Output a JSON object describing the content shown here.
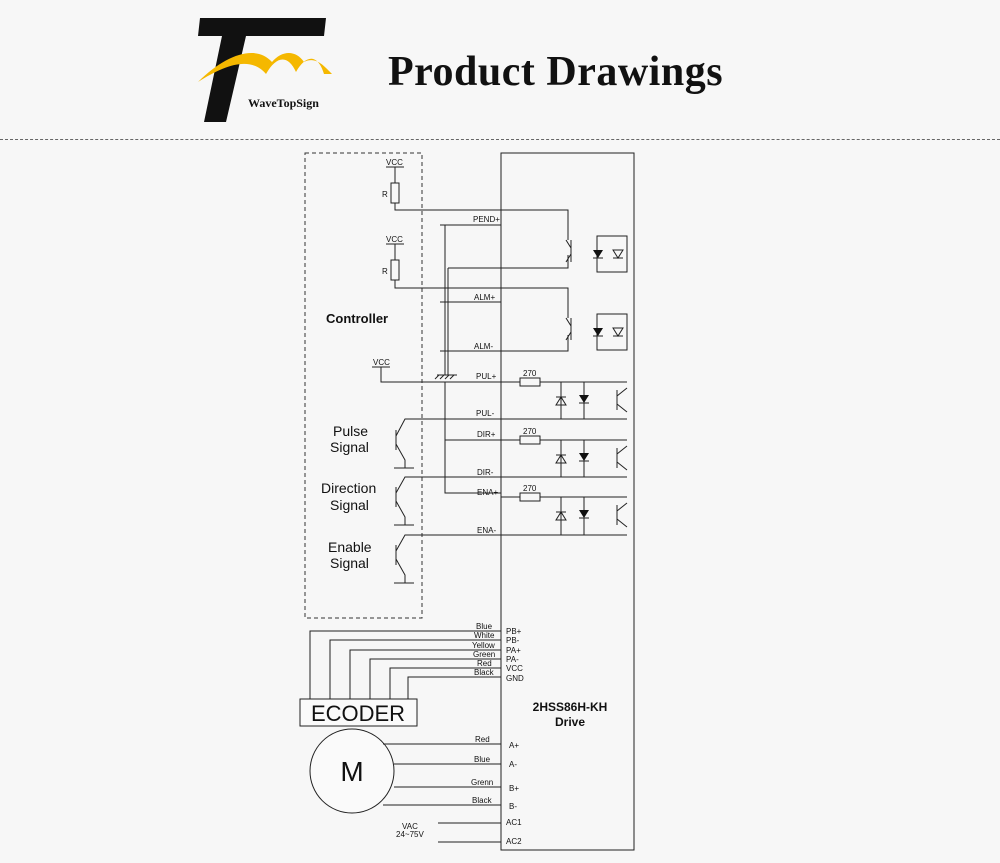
{
  "brand": {
    "name": "WaveTopSign",
    "logo": "wavetopsign-logo",
    "accent": "#f5b800"
  },
  "title": "Product Drawings",
  "controller": {
    "label": "Controller",
    "vcc1": "VCC",
    "r1": "R",
    "vcc2": "VCC",
    "r2": "R",
    "vcc3": "VCC",
    "pulse": [
      "Pulse",
      "Signal"
    ],
    "direction": [
      "Direction",
      "Signal"
    ],
    "enable": [
      "Enable",
      "Signal"
    ]
  },
  "drive": {
    "name": "2HSS86H-KH",
    "suffix": "Drive",
    "signals": {
      "pend_plus": "PEND+",
      "alm_plus": "ALM+",
      "alm_minus": "ALM-",
      "pul_plus": "PUL+",
      "pul_minus": "PUL-",
      "dir_plus": "DIR+",
      "dir_minus": "DIR-",
      "ena_plus": "ENA+",
      "ena_minus": "ENA-"
    },
    "resistor": "270"
  },
  "encoder": {
    "label": "ECODER",
    "wires": [
      {
        "color": "Blue",
        "pin": "PB+"
      },
      {
        "color": "White",
        "pin": "PB-"
      },
      {
        "color": "Yellow",
        "pin": "PA+"
      },
      {
        "color": "Green",
        "pin": "PA-"
      },
      {
        "color": "Red",
        "pin": "VCC"
      },
      {
        "color": "Black",
        "pin": "GND"
      }
    ]
  },
  "motor": {
    "label": "M",
    "wires": [
      {
        "color": "Red",
        "pin": "A+"
      },
      {
        "color": "Blue",
        "pin": "A-"
      },
      {
        "color": "Grenn",
        "pin": "B+"
      },
      {
        "color": "Black",
        "pin": "B-"
      }
    ]
  },
  "power": {
    "label": "VAC",
    "range": "24~75V",
    "pin1": "AC1",
    "pin2": "AC2"
  }
}
